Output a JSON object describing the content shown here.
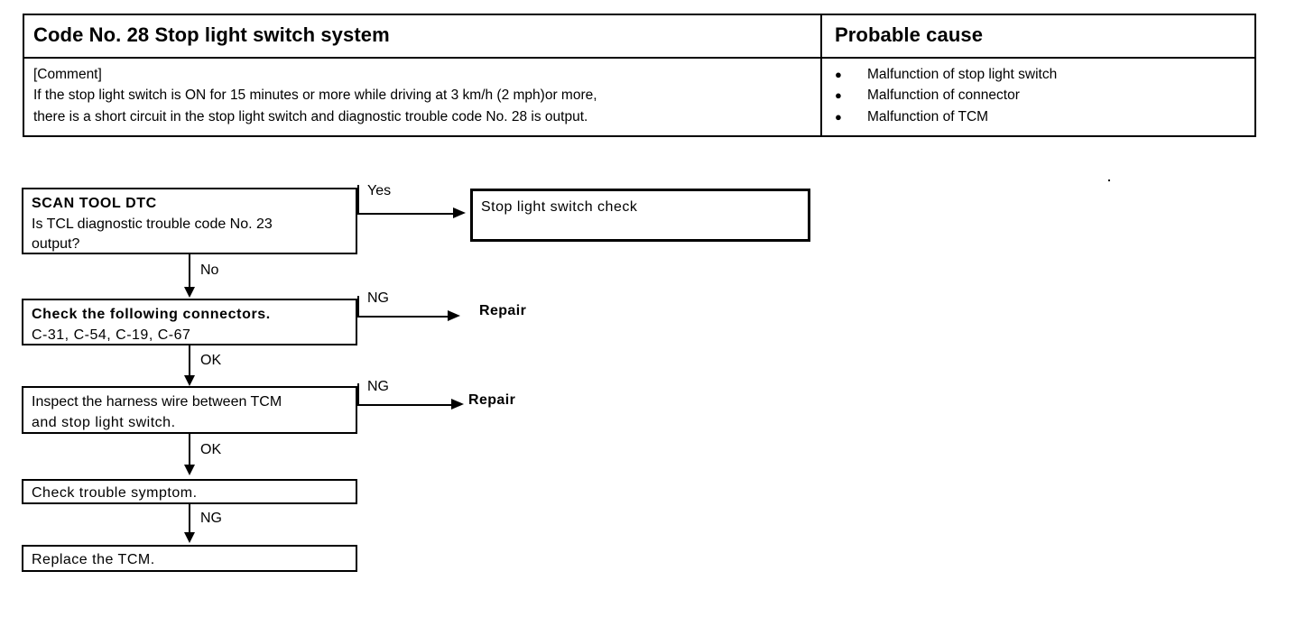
{
  "table": {
    "header": {
      "code_title": "Code No. 28 Stop light switch system",
      "cause_title": "Probable cause"
    },
    "comment": {
      "label": "[Comment]",
      "line1": "If the stop light switch is ON for 15 minutes or more while driving at 3 km/h (2 mph)or more,",
      "line2": "there is a short circuit in the stop light switch and diagnostic trouble code No. 28 is output."
    },
    "probable_causes": [
      "Malfunction of stop light switch",
      "Malfunction of connector",
      "Malfunction of TCM"
    ],
    "bullet_glyph": "●"
  },
  "flow": {
    "boxes": [
      {
        "id": "scan-tool-dtc",
        "title": "SCAN TOOL DTC",
        "line2": "Is TCL diagnostic trouble code No. 23",
        "line3": "output?"
      },
      {
        "id": "stop-light-switch-check",
        "title": "Stop  light  switch  check"
      },
      {
        "id": "check-connectors",
        "title": "Check the following connectors.",
        "line2": "C-31, C-54, C-19, C-67"
      },
      {
        "id": "inspect-harness",
        "title": "Inspect the harness wire between TCM",
        "line2": "and stop light switch."
      },
      {
        "id": "check-trouble-symptom",
        "title": "Check trouble symptom."
      },
      {
        "id": "replace-tcm",
        "title": "Replace the TCM."
      }
    ],
    "edge_labels": {
      "yes": "Yes",
      "no": "No",
      "ng_connectors": "NG",
      "ok_connectors": "OK",
      "ng_harness": "NG",
      "ok_harness": "OK",
      "ng_symptom": "NG"
    },
    "terminals": {
      "repair_connectors": "Repair",
      "repair_harness": "Repair"
    }
  }
}
